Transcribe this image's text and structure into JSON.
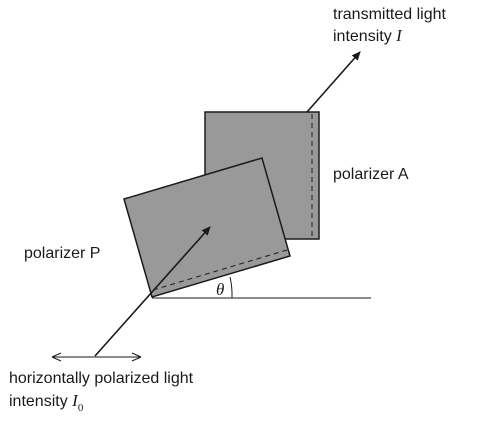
{
  "labels": {
    "transmitted_line1": "transmitted light",
    "transmitted_line2": "intensity",
    "transmitted_symbol": "I",
    "polarizer_a": "polarizer A",
    "polarizer_p": "polarizer P",
    "angle_symbol": "θ",
    "incident_line1": "horizontally polarized light",
    "incident_line2": "intensity",
    "incident_symbol": "I",
    "incident_subscript": "0"
  },
  "colors": {
    "polarizer_fill": "#999999",
    "stroke": "#1a1a1a",
    "background": "#ffffff"
  }
}
